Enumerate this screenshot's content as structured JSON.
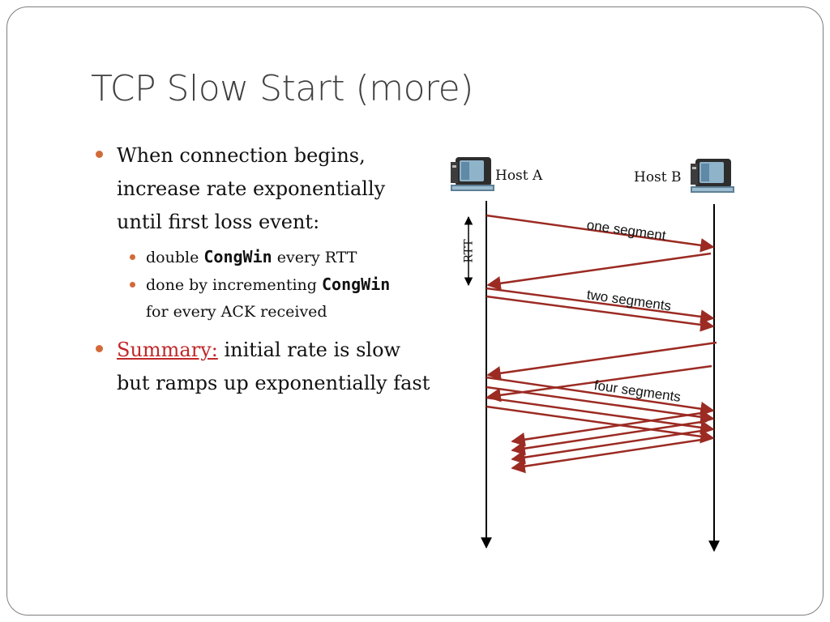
{
  "slide": {
    "title": "TCP Slow Start (more)"
  },
  "bullets": {
    "item1": {
      "text": "When connection begins, increase rate exponentially until first loss event:",
      "sub1_prefix": "double ",
      "sub1_code": "CongWin",
      "sub1_suffix": " every RTT",
      "sub2_prefix": "done by incrementing ",
      "sub2_code": "CongWin",
      "sub2_suffix": "for every ACK received"
    },
    "item2": {
      "label": "Summary:",
      "text": " initial rate is slow but ramps up exponentially fast"
    }
  },
  "diagram": {
    "host_a": "Host A",
    "host_b": "Host B",
    "rtt": "RTT",
    "labels": {
      "one_segment": "one segment",
      "two_segments": "two segments",
      "four_segments": "four segments"
    },
    "colors": {
      "arrow": "#9b2b23",
      "timeline": "#000000",
      "bullet": "#d26a38"
    }
  }
}
